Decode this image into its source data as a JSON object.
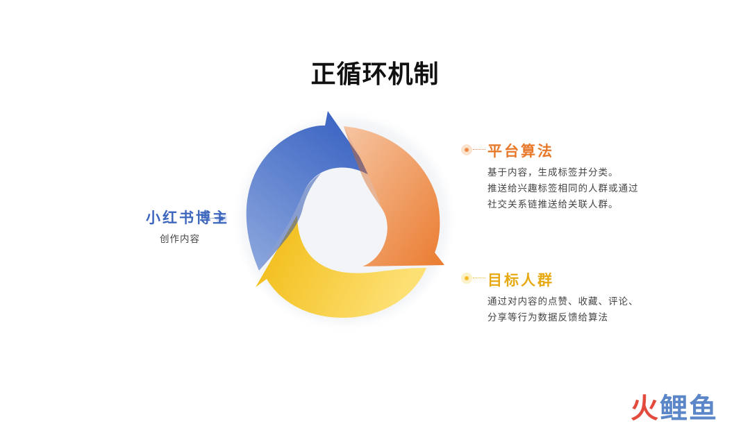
{
  "title": "正循环机制",
  "nodes": {
    "creator": {
      "title": "小红书博主",
      "desc": [
        "创作内容"
      ],
      "color": "#3d66bd"
    },
    "platform": {
      "title": "平台算法",
      "desc": [
        "基于内容，生成标签并分类。",
        "推送给兴趣标签相同的人群或通过",
        "社交关系链推送给关联人群。"
      ],
      "color": "#e8792b"
    },
    "audience": {
      "title": "目标人群",
      "desc": [
        "通过对内容的点赞、收藏、评论、",
        "分享等行为数据反馈给算法"
      ],
      "color": "#e7a912"
    }
  },
  "watermark": {
    "part1": "火",
    "part2": "鲤鱼"
  },
  "colors": {
    "blue": "#4a70c6",
    "orange": "#ec8a4a",
    "yellow": "#f2bd2a"
  }
}
